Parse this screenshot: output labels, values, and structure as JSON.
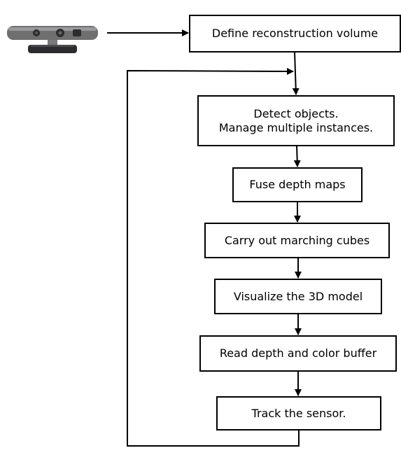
{
  "steps": [
    {
      "line1": "Define reconstruction volume",
      "line2": ""
    },
    {
      "line1": "Detect objects.",
      "line2": "Manage multiple instances."
    },
    {
      "line1": "Fuse depth maps",
      "line2": ""
    },
    {
      "line1": "Carry out marching cubes",
      "line2": ""
    },
    {
      "line1": "Visualize the 3D model",
      "line2": ""
    },
    {
      "line1": "Read depth and color buffer",
      "line2": ""
    },
    {
      "line1": "Track the sensor.",
      "line2": ""
    }
  ],
  "colors": {
    "stroke": "#000000",
    "device_body": "#6f6f70",
    "device_dark": "#2c2c2e"
  },
  "icons": {
    "sensor": "depth-camera-icon"
  }
}
